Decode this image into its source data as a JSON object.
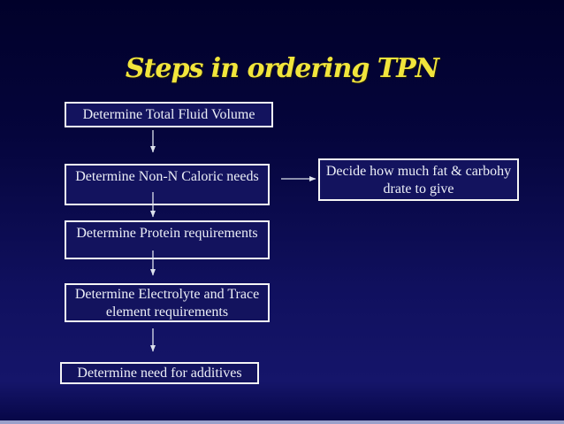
{
  "slide": {
    "title": "Steps in ordering TPN"
  },
  "flowchart": {
    "steps": [
      {
        "id": "total-fluid-volume",
        "lines": [
          "Determine Total Fluid Volume"
        ]
      },
      {
        "id": "non-n-caloric-needs",
        "lines": [
          "Determine Non-N Caloric needs"
        ]
      },
      {
        "id": "protein-requirements",
        "lines": [
          "Determine Protein requirements"
        ]
      },
      {
        "id": "electrolyte-trace",
        "lines": [
          "Determine Electrolyte and Trace",
          "element requirements"
        ]
      },
      {
        "id": "need-for-additives",
        "lines": [
          "Determine need for additives"
        ]
      }
    ],
    "side_box": {
      "lines": [
        "Decide how much fat & carbohy",
        "drate to give"
      ]
    }
  },
  "theme": {
    "background_top": "#01012a",
    "background_bottom": "#15156a",
    "box_fill": "#13135e",
    "box_border": "#f5f5f5",
    "text": "#eceff7",
    "arrow": "#dce1ec",
    "title": "#f1e53c",
    "footer_strip": "#9aa0ca"
  }
}
